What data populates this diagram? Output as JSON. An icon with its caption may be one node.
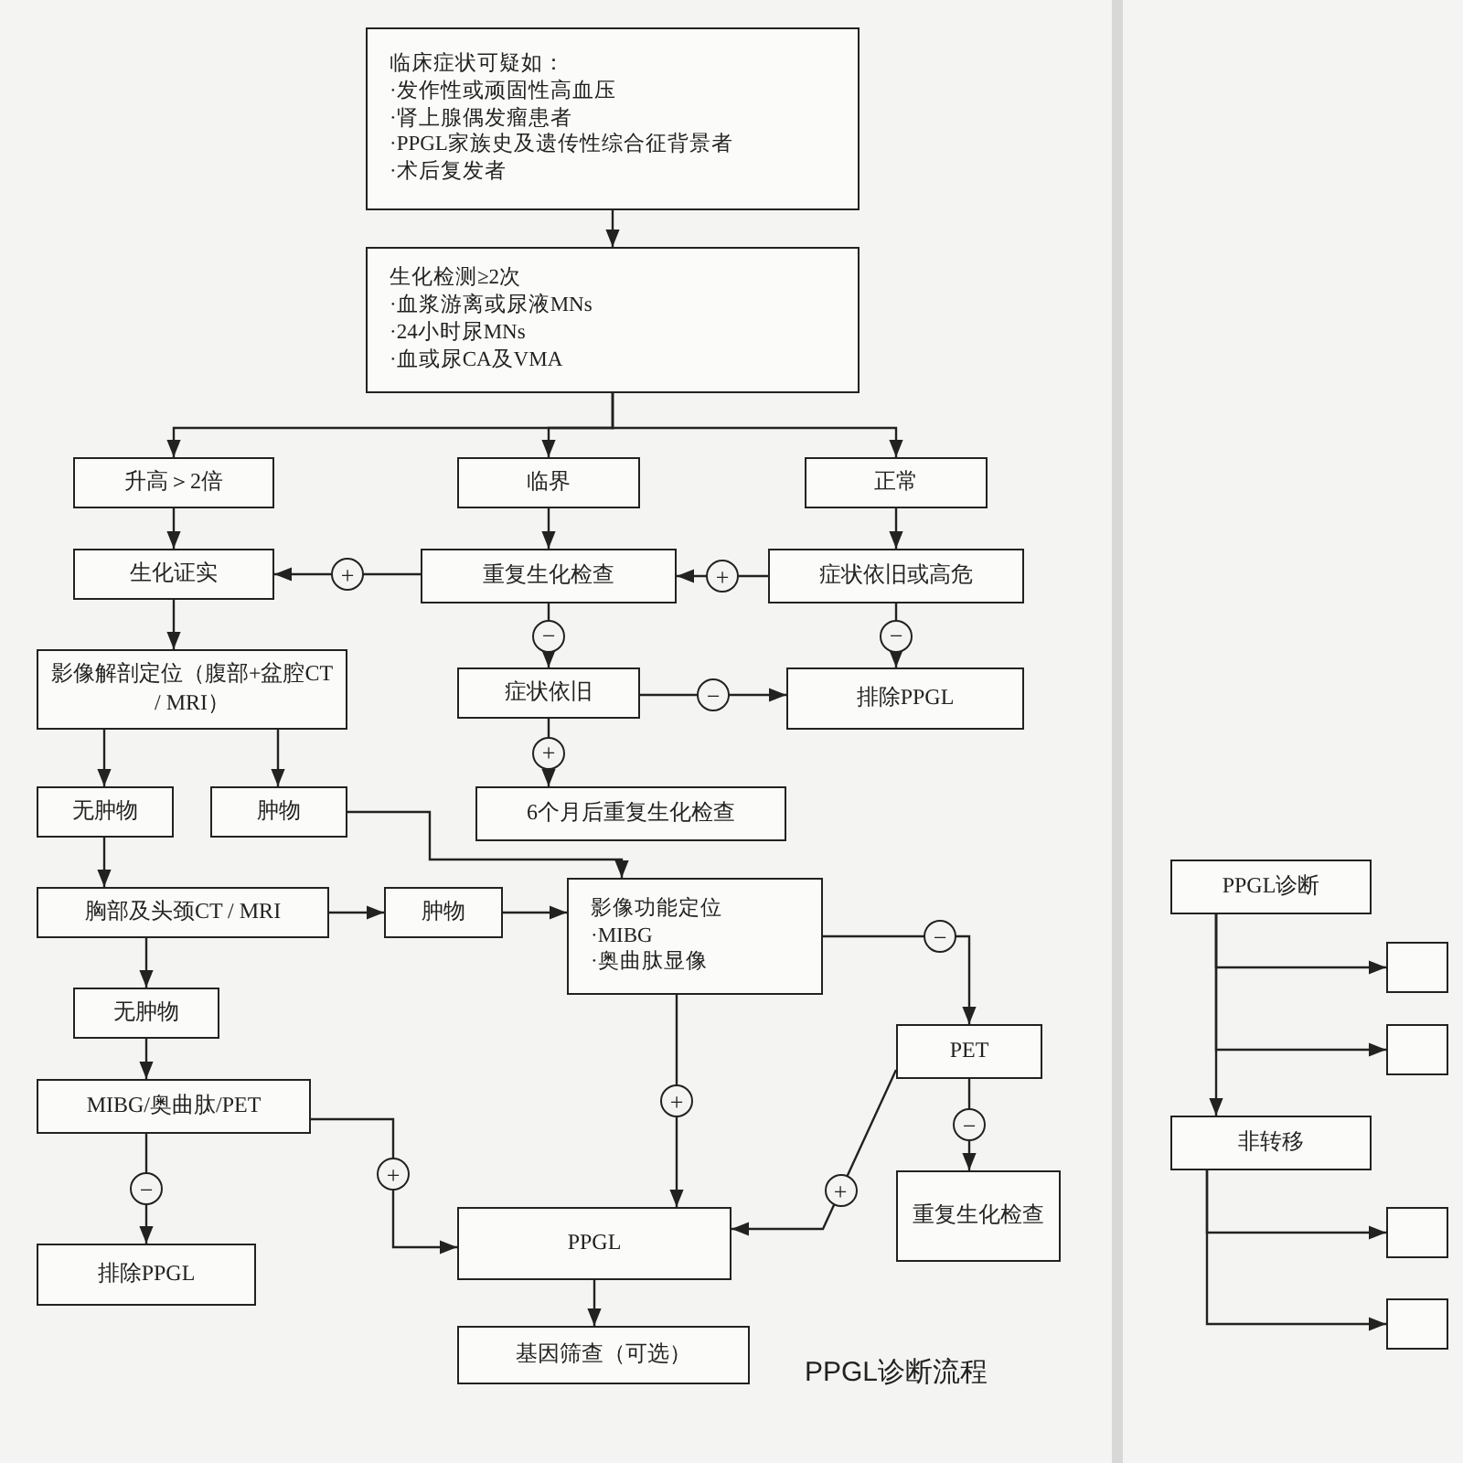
{
  "diagram": {
    "caption": "PPGL诊断流程",
    "nodes": [
      {
        "text": [
          "临床症状可疑如：",
          "·发作性或顽固性高血压",
          "·肾上腺偶发瘤患者",
          "·PPGL家族史及遗传性综合征背景者",
          "·术后复发者"
        ]
      },
      {
        "text": [
          "生化检测≥2次",
          "·血浆游离或尿液MNs",
          "·24小时尿MNs",
          "·血或尿CA及VMA"
        ]
      },
      {
        "text": [
          "升高＞2倍"
        ]
      },
      {
        "text": [
          "临界"
        ]
      },
      {
        "text": [
          "正常"
        ]
      },
      {
        "text": [
          "生化证实"
        ]
      },
      {
        "text": [
          "重复生化检查"
        ]
      },
      {
        "text": [
          "症状依旧或高危"
        ]
      },
      {
        "text": [
          "影像解剖定位（腹部+盆腔CT / MRI）"
        ]
      },
      {
        "text": [
          "症状依旧"
        ]
      },
      {
        "text": [
          "排除PPGL"
        ]
      },
      {
        "text": [
          "无肿物"
        ]
      },
      {
        "text": [
          "肿物"
        ]
      },
      {
        "text": [
          "6个月后重复生化检查"
        ]
      },
      {
        "text": [
          "胸部及头颈CT / MRI"
        ]
      },
      {
        "text": [
          "肿物"
        ]
      },
      {
        "text": [
          "影像功能定位",
          "·MIBG",
          "·奥曲肽显像"
        ]
      },
      {
        "text": [
          "无肿物"
        ]
      },
      {
        "text": [
          "MIBG/奥曲肽/PET"
        ]
      },
      {
        "text": [
          "PET"
        ]
      },
      {
        "text": [
          "排除PPGL"
        ]
      },
      {
        "text": [
          "PPGL"
        ]
      },
      {
        "text": [
          "重复生化检查"
        ]
      },
      {
        "text": [
          "基因筛查（可选）"
        ]
      },
      {
        "text": [
          "PPGL诊断"
        ]
      },
      {
        "text": [],
        "shape": "box"
      },
      {
        "text": [],
        "shape": "box"
      },
      {
        "text": [
          "非转移"
        ]
      },
      {
        "text": [],
        "shape": "box"
      },
      {
        "text": [],
        "shape": "box"
      }
    ],
    "edges": [
      {
        "from": 0,
        "to": 1,
        "arrow": "to"
      },
      {
        "from": 1,
        "to": 2,
        "arrow": "to"
      },
      {
        "from": 1,
        "to": 3,
        "arrow": "to"
      },
      {
        "from": 1,
        "to": 4,
        "arrow": "to"
      },
      {
        "from": 2,
        "to": 5,
        "arrow": "to"
      },
      {
        "from": 3,
        "to": 6,
        "arrow": "to"
      },
      {
        "from": 4,
        "to": 7,
        "arrow": "to"
      },
      {
        "from": 6,
        "to": 5,
        "arrow": "to",
        "label": "+"
      },
      {
        "from": 7,
        "to": 6,
        "arrow": "to",
        "label": "+"
      },
      {
        "from": 5,
        "to": 8,
        "arrow": "to"
      },
      {
        "from": 6,
        "to": 9,
        "arrow": "to",
        "label": "−"
      },
      {
        "from": 7,
        "to": 10,
        "arrow": "to",
        "label": "−"
      },
      {
        "from": 9,
        "to": 10,
        "arrow": "to",
        "label": "−"
      },
      {
        "from": 9,
        "to": 13,
        "arrow": "to",
        "label": "+"
      },
      {
        "from": 8,
        "to": 11,
        "arrow": "to"
      },
      {
        "from": 8,
        "to": 12,
        "arrow": "to"
      },
      {
        "from": 11,
        "to": 14,
        "arrow": "to"
      },
      {
        "from": 12,
        "to": 16,
        "arrow": "to"
      },
      {
        "from": 14,
        "to": 15,
        "arrow": "to"
      },
      {
        "from": 15,
        "to": 16,
        "arrow": "to"
      },
      {
        "from": 14,
        "to": 17,
        "arrow": "to"
      },
      {
        "from": 17,
        "to": 18,
        "arrow": "to"
      },
      {
        "from": 18,
        "to": 20,
        "arrow": "to",
        "label": "−"
      },
      {
        "from": 18,
        "to": 21,
        "arrow": "to",
        "label": "+"
      },
      {
        "from": 16,
        "to": 21,
        "arrow": "to",
        "label": "+"
      },
      {
        "from": 16,
        "to": 19,
        "arrow": "to",
        "label": "−"
      },
      {
        "from": 19,
        "to": 21,
        "arrow": "to",
        "label": "+"
      },
      {
        "from": 19,
        "to": 22,
        "arrow": "to",
        "label": "−"
      },
      {
        "from": 21,
        "to": 23,
        "arrow": "to"
      },
      {
        "from": 24,
        "to": 25,
        "arrow": "to"
      },
      {
        "from": 24,
        "to": 26,
        "arrow": "to"
      },
      {
        "from": 24,
        "to": 27,
        "arrow": "to"
      },
      {
        "from": 27,
        "to": 28,
        "arrow": "to"
      },
      {
        "from": 27,
        "to": 29,
        "arrow": "to"
      }
    ]
  }
}
